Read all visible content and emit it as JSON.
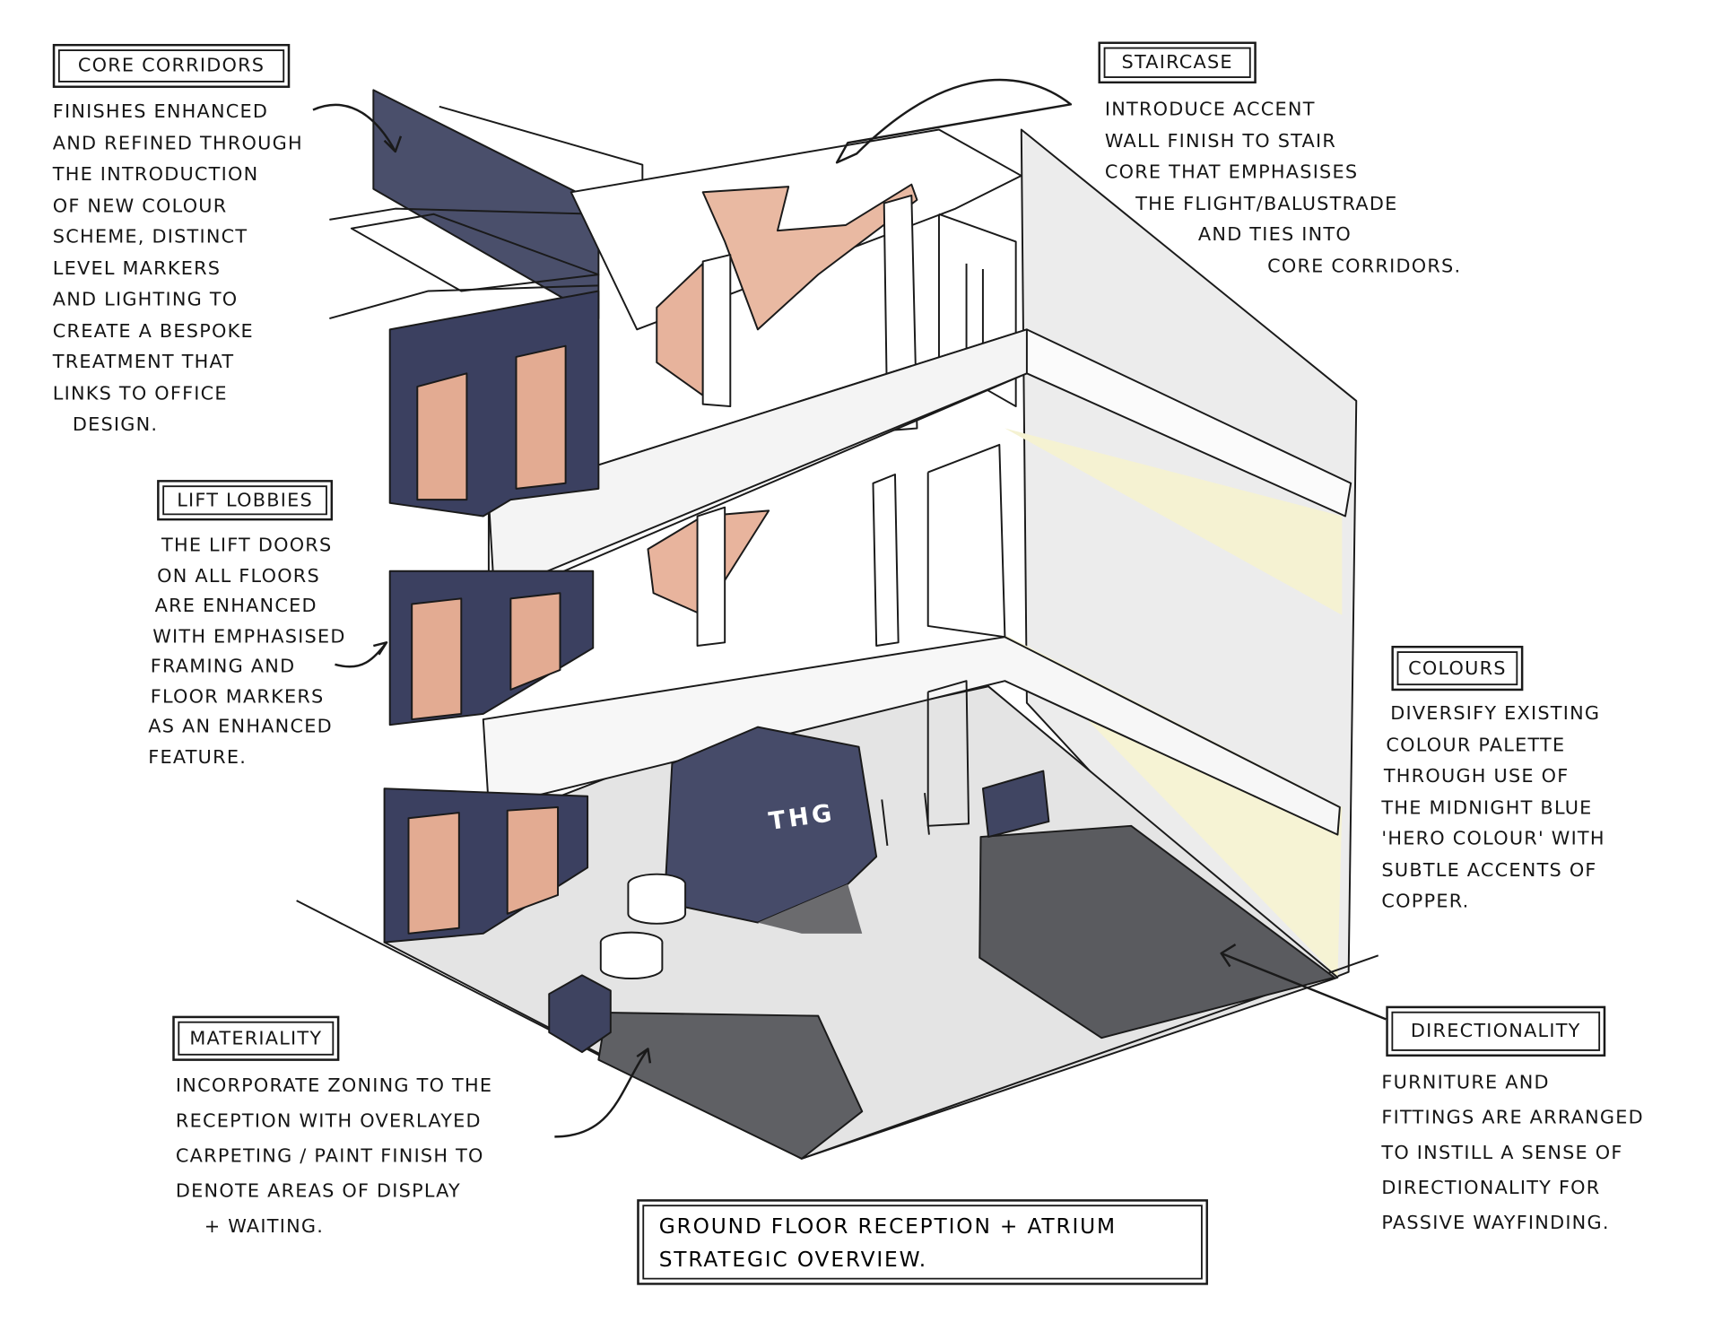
{
  "annotations": {
    "core_corridors": {
      "title": "Core Corridors",
      "lines": [
        "Finishes enhanced",
        "and refined through",
        "the introduction",
        "of new colour",
        "scheme, distinct",
        "level markers",
        "and lighting to",
        "create a bespoke",
        "treatment that",
        "links to office",
        "design."
      ]
    },
    "staircase": {
      "title": "Staircase",
      "lines": [
        "Introduce accent",
        "wall finish to stair",
        "core that emphasises",
        "the flight/balustrade",
        "and ties into",
        "core corridors."
      ]
    },
    "lift_lobbies": {
      "title": "Lift Lobbies",
      "lines": [
        "The lift doors",
        "on all floors",
        "are enhanced",
        "with emphasised",
        "framing and",
        "floor markers",
        "as an enhanced",
        "feature."
      ]
    },
    "colours": {
      "title": "Colours",
      "lines": [
        "Diversify existing",
        "colour palette",
        "through use of",
        "the midnight blue",
        "'hero colour' with",
        "subtle accents of",
        "copper."
      ]
    },
    "materiality": {
      "title": "Materiality",
      "lines": [
        "Incorporate zoning to the",
        "reception with overlayed",
        "carpeting / paint finish to",
        "denote areas of display",
        "+ waiting."
      ]
    },
    "directionality": {
      "title": "Directionality",
      "lines": [
        "Furniture and",
        "fittings are arranged",
        "to instill a sense of",
        "directionality for",
        "passive wayfinding."
      ]
    }
  },
  "main_title": {
    "line1": "Ground floor reception + atrium",
    "line2": "strategic overview."
  },
  "sketch": {
    "brand_label": "THG",
    "colors": {
      "midnight_blue": "#3d4260",
      "copper": "#e4b29c",
      "floor_grey": "#e6e6e6",
      "carpet_dark": "#55565a",
      "light_yellow": "#f7f4d6"
    }
  }
}
